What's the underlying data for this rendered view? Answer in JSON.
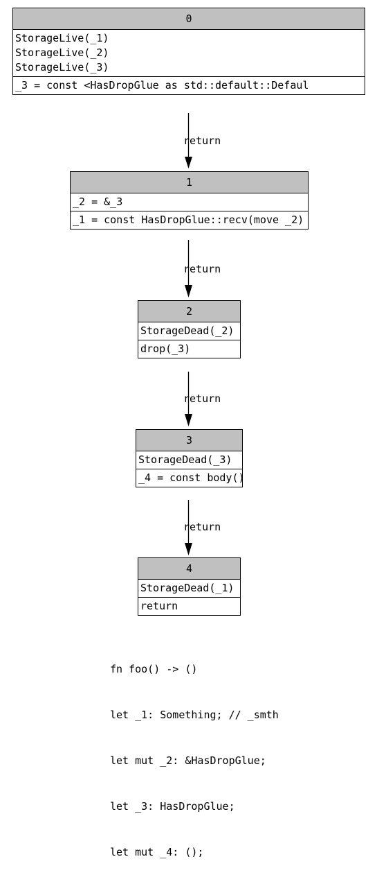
{
  "blocks": [
    {
      "id": "0",
      "statements": [
        "StorageLive(_1)",
        "StorageLive(_2)",
        "StorageLive(_3)"
      ],
      "terminator": "_3 = const <HasDropGlue as std::default::Defaul"
    },
    {
      "id": "1",
      "statements": [
        "_2 = &_3"
      ],
      "terminator": "_1 = const HasDropGlue::recv(move _2)"
    },
    {
      "id": "2",
      "statements": [
        "StorageDead(_2)"
      ],
      "terminator": "drop(_3)"
    },
    {
      "id": "3",
      "statements": [
        "StorageDead(_3)"
      ],
      "terminator": "_4 = const body()"
    },
    {
      "id": "4",
      "statements": [
        "StorageDead(_1)"
      ],
      "terminator": "return"
    }
  ],
  "edges": [
    {
      "from": "0",
      "to": "1",
      "label": "return"
    },
    {
      "from": "1",
      "to": "2",
      "label": "return"
    },
    {
      "from": "2",
      "to": "3",
      "label": "return"
    },
    {
      "from": "3",
      "to": "4",
      "label": "return"
    }
  ],
  "signature": [
    "fn foo() -> ()",
    "let _1: Something; // _smth",
    "let mut _2: &HasDropGlue;",
    "let _3: HasDropGlue;",
    "let mut _4: ();"
  ]
}
